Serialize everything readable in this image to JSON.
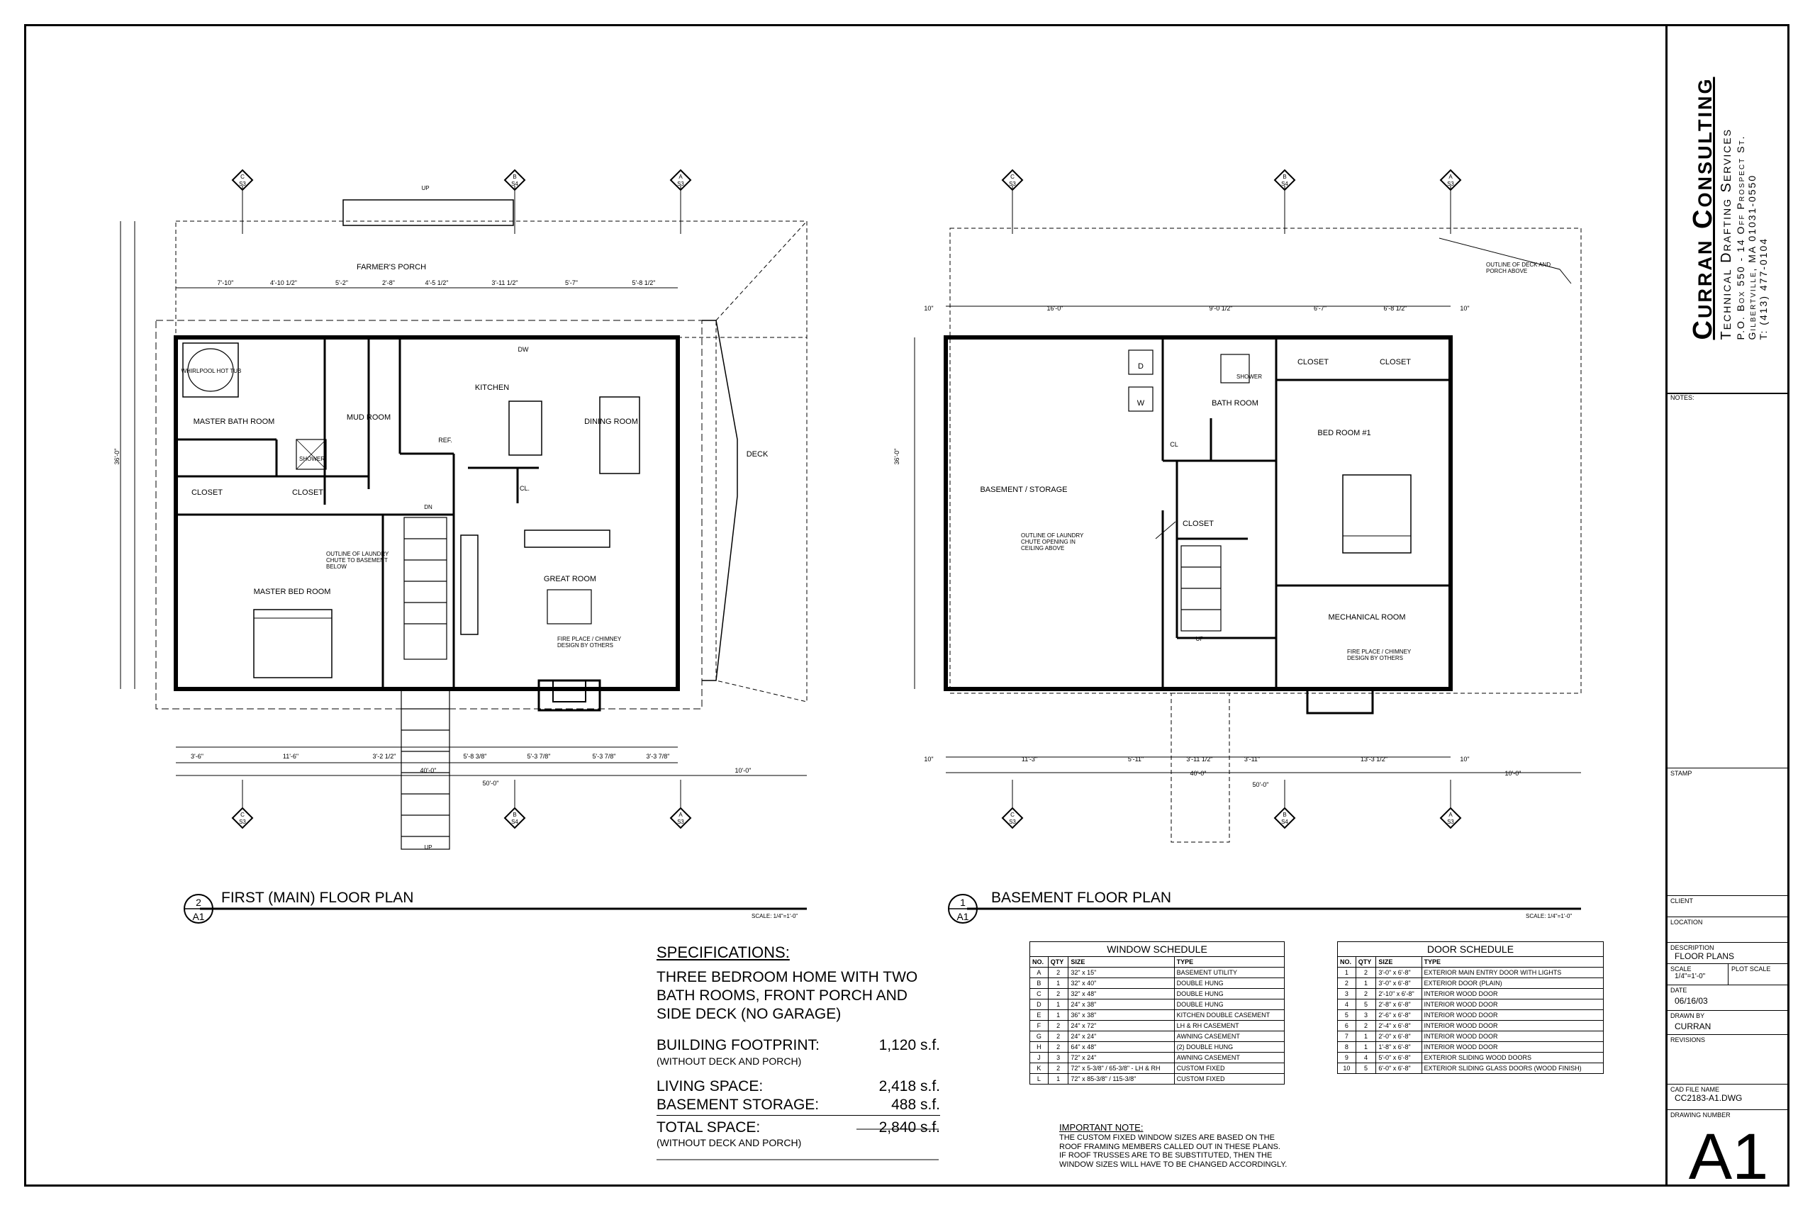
{
  "title_block": {
    "company": "Curran Consulting",
    "service": "Technical Drafting Services",
    "address1": "P.O. Box 550 - 14 Off Prospect St.",
    "address2": "Gilbertville, MA 01031-0550",
    "phone": "T: (413) 477-0104",
    "notes_label": "NOTES:",
    "stamp_label": "STAMP",
    "client_label": "CLIENT",
    "location_label": "LOCATION",
    "description_label": "DESCRIPTION",
    "description_value": "FLOOR PLANS",
    "scale_label": "SCALE",
    "scale_value": "1/4\"=1'-0\"",
    "plot_scale_label": "PLOT SCALE",
    "date_label": "DATE",
    "date_value": "06/16/03",
    "drawn_by_label": "DRAWN BY",
    "drawn_by_value": "CURRAN",
    "revisions_label": "REVISIONS",
    "cad_label": "CAD FILE NAME",
    "cad_value": "CC2183-A1.DWG",
    "drawing_number_label": "DRAWING NUMBER",
    "drawing_number": "A1"
  },
  "first_floor": {
    "number": "2",
    "sheet": "A1",
    "title": "FIRST (MAIN) FLOOR PLAN",
    "scale": "SCALE: 1/4\"=1'-0\"",
    "rooms": {
      "porch": "FARMER'S PORCH",
      "master_bath": "MASTER BATH ROOM",
      "hot_tub": "WHIRLPOOL HOT TUB",
      "mud_room": "MUD ROOM",
      "kitchen": "KITCHEN",
      "dining": "DINING ROOM",
      "deck": "DECK",
      "closet1": "CLOSET",
      "closet2": "CLOSET",
      "master_bed": "MASTER BED ROOM",
      "great_room": "GREAT ROOM",
      "shower": "SHOWER",
      "ref": "REF.",
      "cl": "CL.",
      "dw": "DW"
    },
    "notes": {
      "chute": "OUTLINE OF LAUNDRY CHUTE TO BASEMENT BELOW",
      "fireplace": "FIRE PLACE / CHIMNEY DESIGN BY OTHERS",
      "up": "UP",
      "dn": "DN"
    },
    "dims": {
      "overall": "50'-0\"",
      "house": "40'-0\"",
      "deck": "10'-0\"",
      "depth": "36'-0\"",
      "top": [
        "7'-10\"",
        "4'-10 1/2\"",
        "5'-2\"",
        "2'-8\"",
        "4'-5 1/2\"",
        "3'-11 1/2\"",
        "5'-7\"",
        "5'-8 1/2\""
      ],
      "bottom": [
        "3'-6\"",
        "11'-6\"",
        "3'-2 1/2\"",
        "5'-8 3/8\"",
        "5'-3 7/8\"",
        "5'-3 7/8\"",
        "3'-3 7/8\""
      ]
    }
  },
  "basement": {
    "number": "1",
    "sheet": "A1",
    "title": "BASEMENT FLOOR PLAN",
    "scale": "SCALE: 1/4\"=1'-0\"",
    "rooms": {
      "storage": "BASEMENT / STORAGE",
      "bath": "BATH ROOM",
      "bed1": "BED ROOM #1",
      "closet1": "CLOSET",
      "closet2": "CLOSET",
      "closet3": "CLOSET",
      "mechanical": "MECHANICAL ROOM",
      "shower": "SHOWER",
      "washer": "W",
      "dryer": "D",
      "cl": "CL"
    },
    "notes": {
      "deck_outline": "OUTLINE OF DECK AND PORCH ABOVE",
      "chute": "OUTLINE OF LAUNDRY CHUTE OPENING IN CEILING ABOVE",
      "fireplace": "FIRE PLACE / CHIMNEY DESIGN BY OTHERS",
      "up": "UP"
    },
    "dims": {
      "overall": "50'-0\"",
      "house": "40'-0\"",
      "deck": "10'-0\"",
      "depth": "36'-0\"",
      "top": [
        "10\"",
        "16'-0\"",
        "9'-0 1/2\"",
        "6'-7\"",
        "6'-8 1/2\"",
        "10\""
      ],
      "bottom": [
        "10\"",
        "11'-3\"",
        "5'-11\"",
        "3'-11 1/2\"",
        "3'-11\"",
        "13'-3 1/2\"",
        "10\""
      ]
    }
  },
  "specifications": {
    "heading": "SPECIFICATIONS:",
    "lines": [
      "THREE BEDROOM HOME WITH TWO",
      "BATH ROOMS, FRONT PORCH AND",
      "SIDE DECK (NO GARAGE)"
    ],
    "footprint_label": "BUILDING FOOTPRINT:",
    "footprint_value": "1,120 s.f.",
    "footprint_note": "(WITHOUT DECK AND PORCH)",
    "living_label": "LIVING SPACE:",
    "living_value": "2,418 s.f.",
    "storage_label": "BASEMENT STORAGE:",
    "storage_value": "488 s.f.",
    "total_label": "TOTAL SPACE:",
    "total_value": "2,840 s.f.",
    "total_note": "(WITHOUT DECK AND PORCH)"
  },
  "window_schedule": {
    "title": "WINDOW SCHEDULE",
    "headers": [
      "NO.",
      "QTY",
      "SIZE",
      "TYPE"
    ],
    "rows": [
      [
        "A",
        "2",
        "32\" x 15\"",
        "BASEMENT UTILITY"
      ],
      [
        "B",
        "1",
        "32\" x 40\"",
        "DOUBLE HUNG"
      ],
      [
        "C",
        "2",
        "32\" x 48\"",
        "DOUBLE HUNG"
      ],
      [
        "D",
        "1",
        "24\" x 38\"",
        "DOUBLE HUNG"
      ],
      [
        "E",
        "1",
        "36\" x 38\"",
        "KITCHEN DOUBLE CASEMENT"
      ],
      [
        "F",
        "2",
        "24\" x 72\"",
        "LH & RH CASEMENT"
      ],
      [
        "G",
        "2",
        "24\" x 24\"",
        "AWNING CASEMENT"
      ],
      [
        "H",
        "2",
        "64\" x 48\"",
        "(2) DOUBLE HUNG"
      ],
      [
        "J",
        "3",
        "72\" x 24\"",
        "AWNING CASEMENT"
      ],
      [
        "K",
        "2",
        "72\" x 5-3/8\" / 65-3/8\" - LH & RH",
        "CUSTOM FIXED"
      ],
      [
        "L",
        "1",
        "72\" x 85-3/8\" / 115-3/8\"",
        "CUSTOM FIXED"
      ]
    ]
  },
  "door_schedule": {
    "title": "DOOR SCHEDULE",
    "headers": [
      "NO.",
      "QTY",
      "SIZE",
      "TYPE"
    ],
    "rows": [
      [
        "1",
        "2",
        "3'-0\" x 6'-8\"",
        "EXTERIOR MAIN ENTRY DOOR WITH LIGHTS"
      ],
      [
        "2",
        "1",
        "3'-0\" x 6'-8\"",
        "EXTERIOR DOOR (PLAIN)"
      ],
      [
        "3",
        "2",
        "2'-10\" x 6'-8\"",
        "INTERIOR WOOD DOOR"
      ],
      [
        "4",
        "5",
        "2'-8\" x 6'-8\"",
        "INTERIOR WOOD DOOR"
      ],
      [
        "5",
        "3",
        "2'-6\" x 6'-8\"",
        "INTERIOR WOOD DOOR"
      ],
      [
        "6",
        "2",
        "2'-4\" x 6'-8\"",
        "INTERIOR WOOD DOOR"
      ],
      [
        "7",
        "1",
        "2'-0\" x 6'-8\"",
        "INTERIOR WOOD DOOR"
      ],
      [
        "8",
        "1",
        "1'-8\" x 6'-8\"",
        "INTERIOR WOOD DOOR"
      ],
      [
        "9",
        "4",
        "5'-0\" x 6'-8\"",
        "EXTERIOR SLIDING WOOD DOORS"
      ],
      [
        "10",
        "5",
        "6'-0\" x 6'-8\"",
        "EXTERIOR SLIDING GLASS DOORS (WOOD FINISH)"
      ]
    ]
  },
  "important_note": {
    "heading": "IMPORTANT NOTE:",
    "lines": [
      "THE CUSTOM FIXED WINDOW SIZES ARE BASED ON THE",
      "ROOF FRAMING MEMBERS CALLED OUT IN THESE PLANS.",
      "IF ROOF TRUSSES ARE TO BE SUBSTITUTED, THEN THE",
      "WINDOW SIZES WILL HAVE TO BE CHANGED ACCORDINGLY."
    ]
  }
}
